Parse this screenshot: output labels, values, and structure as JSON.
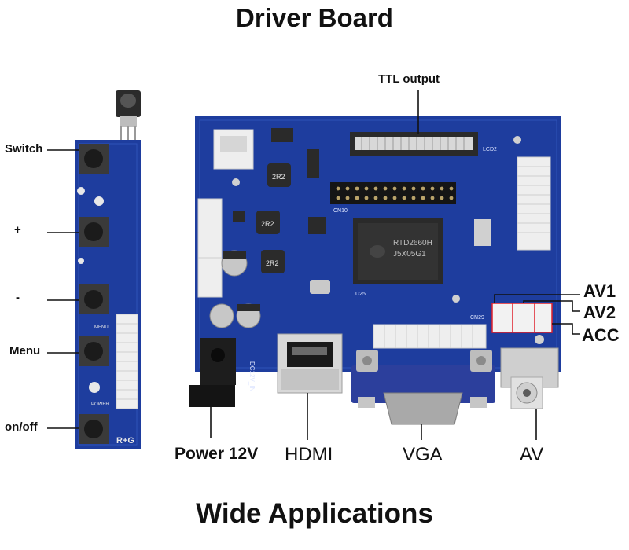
{
  "title": "Driver Board",
  "footer": "Wide Applications",
  "key_labels": {
    "switch": "Switch",
    "plus": "+",
    "minus": "-",
    "menu": "Menu",
    "onoff": "on/off"
  },
  "board_labels": {
    "ttl": "TTL output",
    "power": "Power 12V",
    "hdmi": "HDMI",
    "vga": "VGA",
    "av": "AV",
    "av1": "AV1",
    "av2": "AV2",
    "acc": "ACC"
  },
  "silk": {
    "chip_line1": "RTD2660H",
    "chip_line2": "J5X05G1",
    "inductor": "2R2",
    "dc": "DC12V_IN",
    "cn10": "CN10",
    "lcd2": "LCD2",
    "cn29": "CN29",
    "u25": "U25",
    "keypad_bottom": "R+G",
    "keypad_menu": "MENU",
    "keypad_power": "POWER"
  },
  "colors": {
    "pcb": "#1e3d9e",
    "pcb_dark": "#152d7a",
    "chip": "#2a2a2a",
    "connector": "#efefef",
    "highlight": "#e0202a",
    "vga_blue": "#2c3f9c"
  }
}
